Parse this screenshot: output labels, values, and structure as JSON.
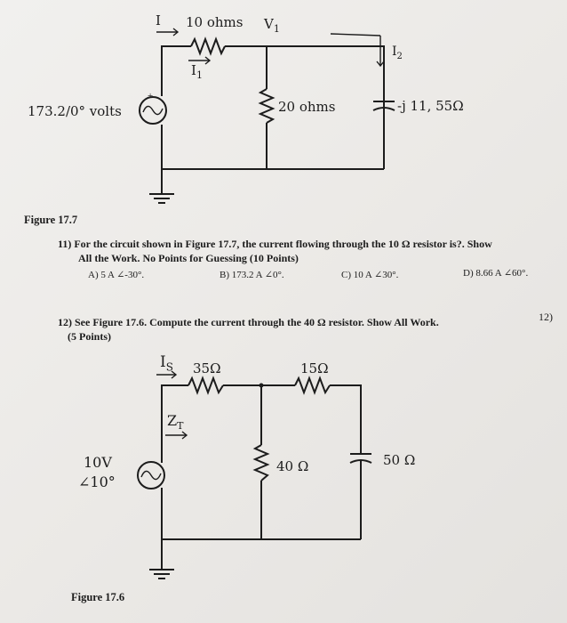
{
  "fig177": {
    "i_label": "I",
    "r1_label": "10 ohms",
    "v1_label": "V",
    "v1_sub": "1",
    "i1_label": "I",
    "i1_sub": "1",
    "i2_label": "I",
    "i2_sub": "2",
    "source_label": "173.2/0° volts",
    "r2_label": "20 ohms",
    "cap_label": "-j 11, 55Ω",
    "caption": "Figure 17.7"
  },
  "q11": {
    "line1": "11) For the circuit shown in Figure 17.7, the current flowing through the 10 Ω resistor is?. Show",
    "line2": "All the Work. No Points for Guessing (10 Points)",
    "options": [
      {
        "text": "A) 5 A ∠-30°."
      },
      {
        "text": "B) 173.2 A ∠0°."
      },
      {
        "text": "C) 10 A ∠30°."
      },
      {
        "text": "D) 8.66 A ∠60°."
      }
    ]
  },
  "q12": {
    "line1": "12) See Figure 17.6. Compute the current through the 40 Ω resistor. Show All Work.",
    "line2": "(5 Points)",
    "margin_label": "12)"
  },
  "fig176": {
    "is_label": "I",
    "is_sub": "S",
    "r35": "35Ω",
    "r15": "15Ω",
    "zt_label": "Z",
    "zt_sub": "T",
    "src_line1": "10V",
    "src_line2": "∠10°",
    "r40": "40 Ω",
    "r50": "50 Ω",
    "caption": "Figure 17.6"
  }
}
